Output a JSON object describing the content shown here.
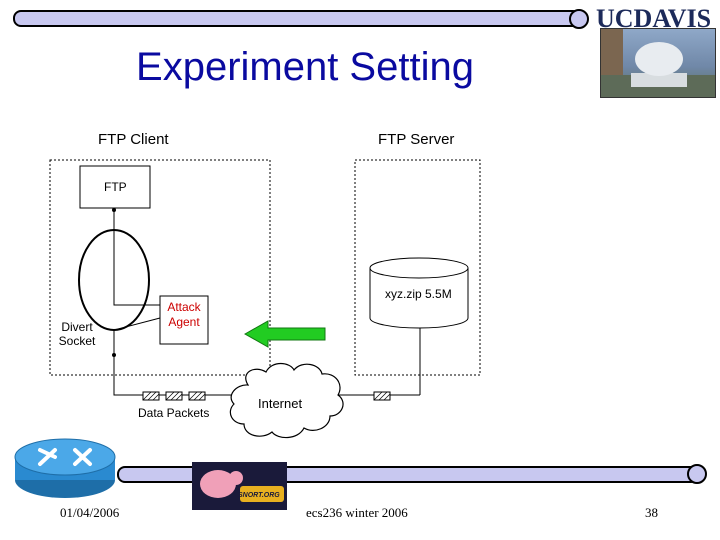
{
  "slide": {
    "title": "Experiment Setting",
    "logo": "UCDAVIS",
    "footer": {
      "date": "01/04/2006",
      "course": "ecs236 winter 2006",
      "page": "38"
    }
  },
  "diagram": {
    "client_label": "FTP Client",
    "server_label": "FTP Server",
    "ftp_box": "FTP",
    "attack_agent_line1": "Attack",
    "attack_agent_line2": "Agent",
    "divert_socket_line1": "Divert",
    "divert_socket_line2": "Socket",
    "file_label": "xyz.zip  5.5M",
    "packets_label": "Data Packets",
    "internet_label": "Internet",
    "snort_logo": "SNORT.ORG"
  },
  "colors": {
    "title": "#0a0aa0",
    "bar": "#c8c8f0",
    "attack_box": "#ffffff",
    "attack_text": "#cc0000",
    "arrow": "#22cc22",
    "router": "#2a8ad0"
  }
}
